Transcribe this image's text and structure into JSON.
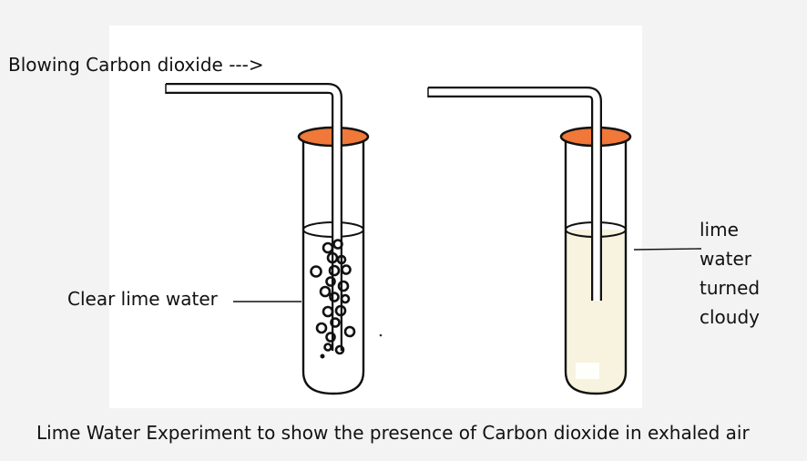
{
  "labels": {
    "blowing": "Blowing Carbon dioxide --->",
    "clear_lime_water": "Clear lime water",
    "cloudy_lines": [
      "lime",
      "water",
      "turned",
      "cloudy"
    ],
    "caption": "Lime Water Experiment to show the presence of Carbon dioxide in exhaled air"
  },
  "colors": {
    "stopper": "#f07838",
    "clear_water": "#ffffff",
    "cloudy_water": "#f7f3df",
    "outline": "#111111",
    "paper": "#ffffff",
    "background": "#f3f3f3"
  }
}
